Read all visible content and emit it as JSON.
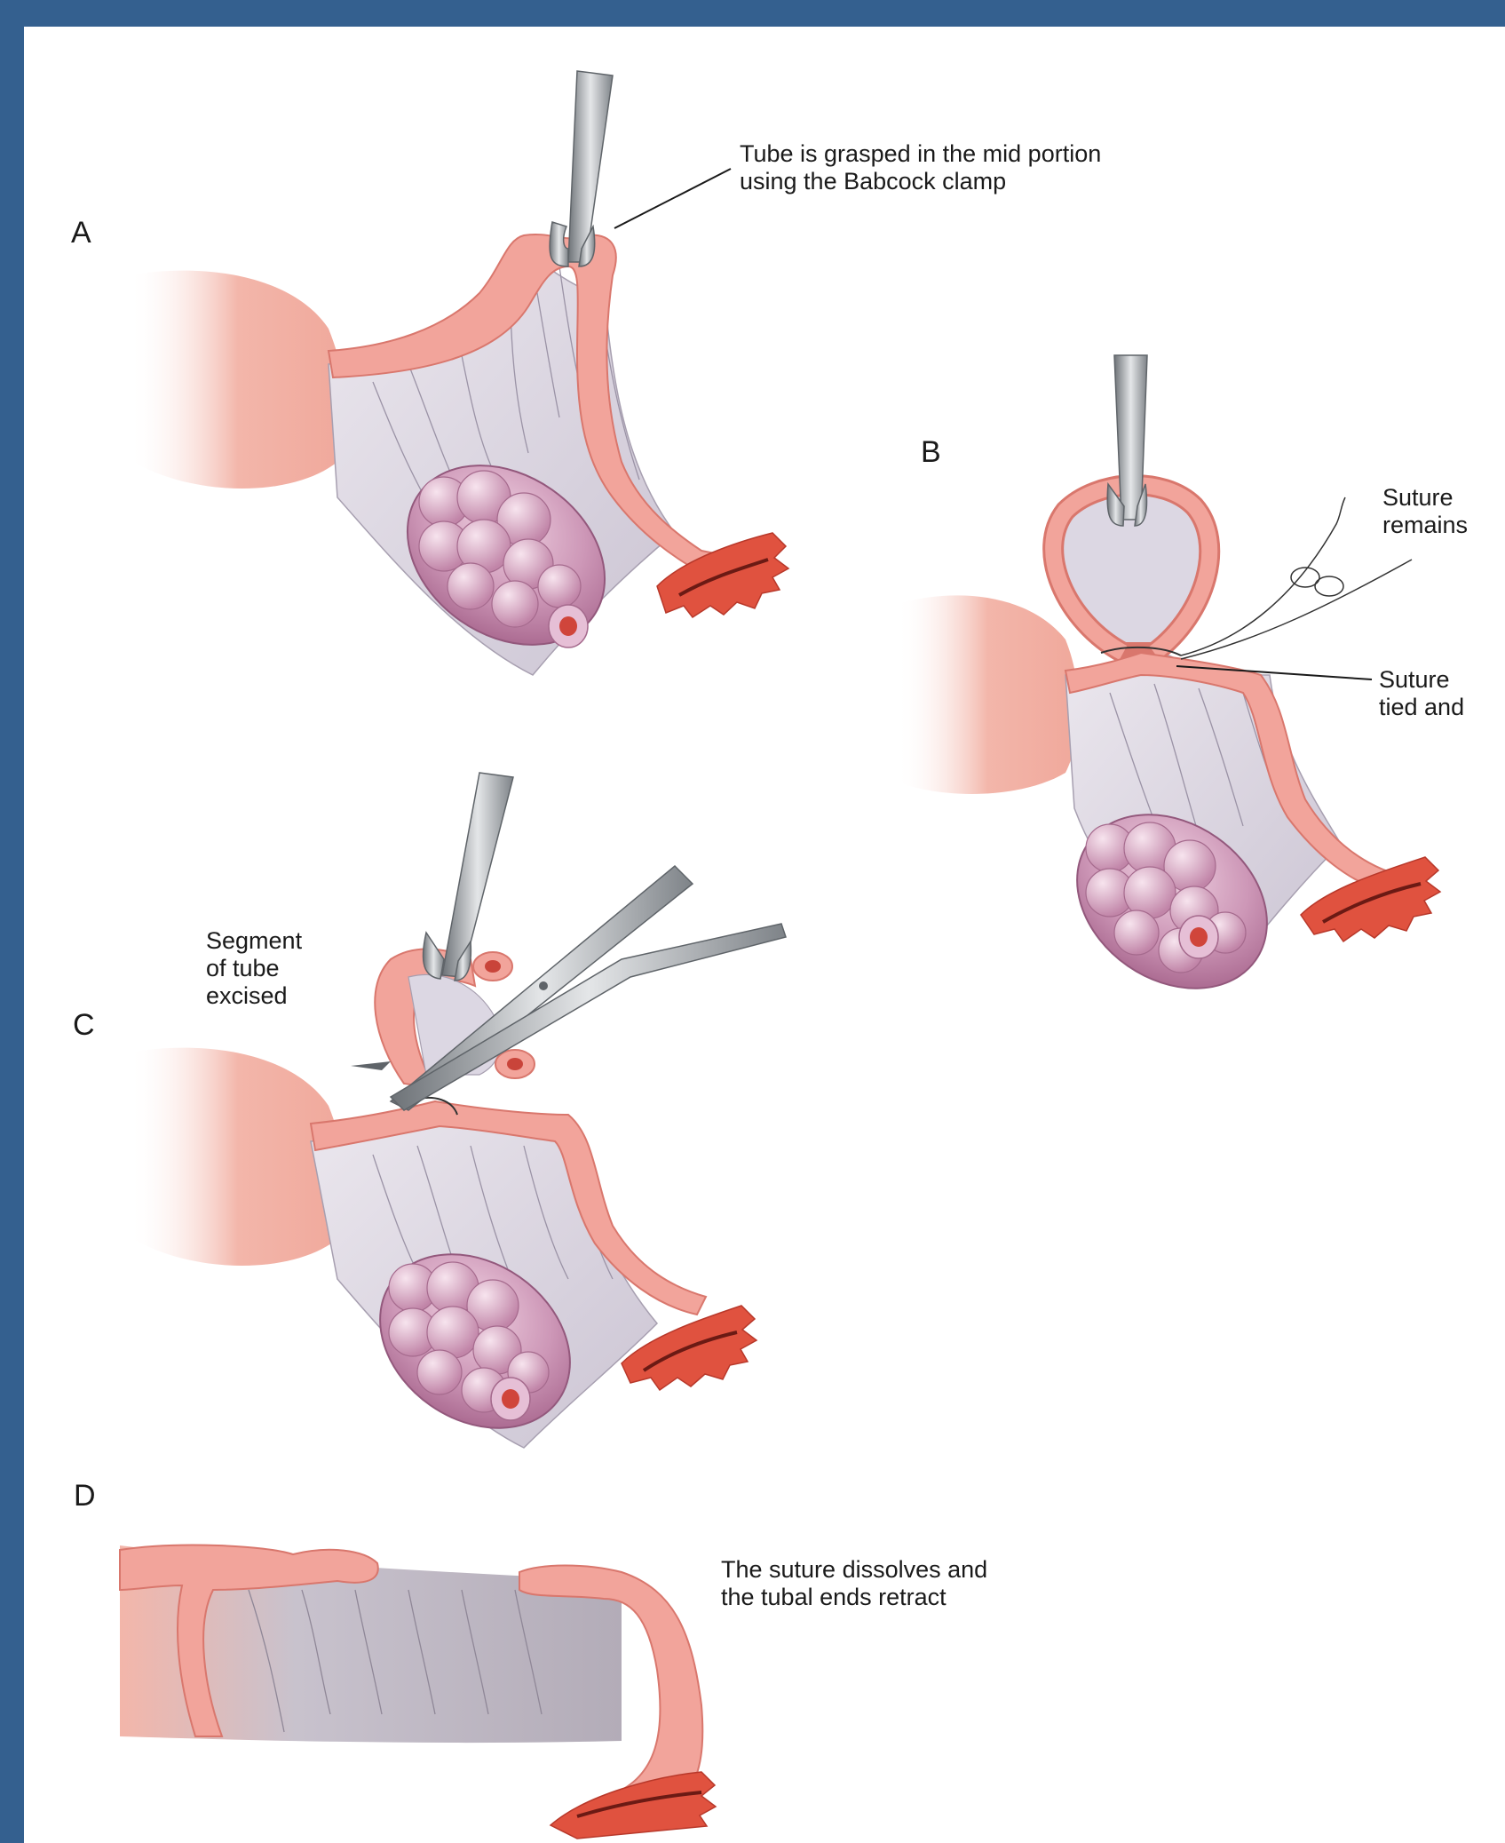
{
  "panels": {
    "a": {
      "letter": "A",
      "callout": "Tube is grasped in the mid portion\nusing the Babcock clamp"
    },
    "b": {
      "letter": "B",
      "callout_top": "Suture\nremains",
      "callout_bottom": "Suture\ntied and"
    },
    "c": {
      "letter": "C",
      "callout": "Segment\nof tube\nexcised"
    },
    "d": {
      "letter": "D",
      "callout": "The suture dissolves and\nthe tubal ends retract"
    }
  },
  "colors": {
    "frame": "#34608f",
    "tube": "#f2a49b",
    "tube_dark": "#d9776d",
    "mesosalpinx": "#dcd7e3",
    "ovary": "#c88fb0",
    "ovary_light": "#e6bfd6",
    "fimbriae": "#e0523f",
    "uterus": "#f3b6aa",
    "instrument": "#9ea3a8",
    "instrument_dark": "#5f6469"
  },
  "icons": {
    "clamp": "babcock-clamp-icon",
    "scissors": "scissors-icon"
  }
}
